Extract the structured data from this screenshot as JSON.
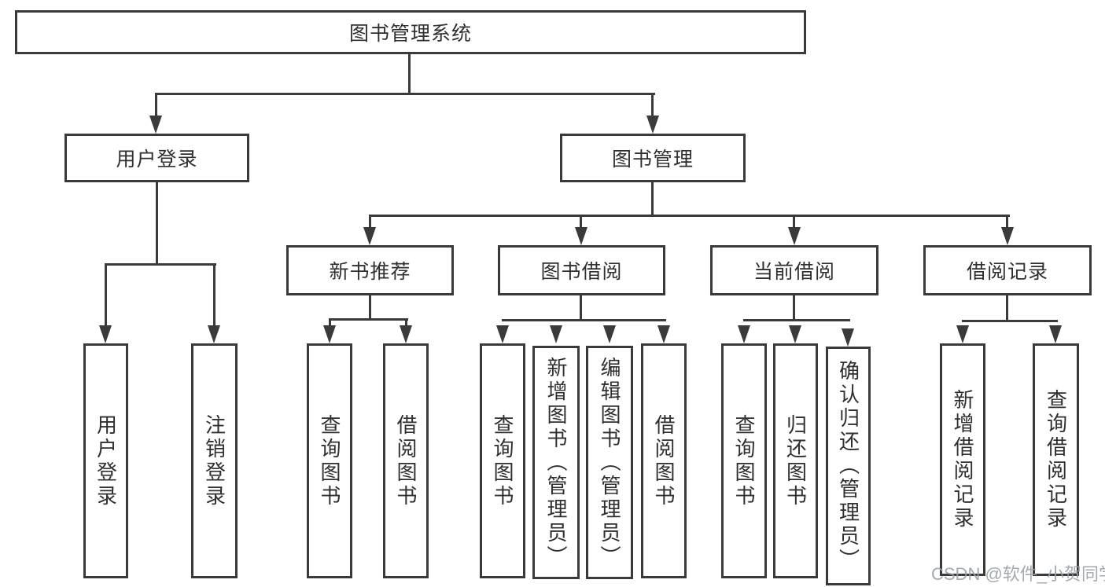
{
  "tree": {
    "label": "图书管理系统",
    "children": [
      {
        "label": "用户登录",
        "children": [
          {
            "label": "用户登录"
          },
          {
            "label": "注销登录"
          }
        ]
      },
      {
        "label": "图书管理",
        "children": [
          {
            "label": "新书推荐",
            "children": [
              {
                "label": "查询图书"
              },
              {
                "label": "借阅图书"
              }
            ]
          },
          {
            "label": "图书借阅",
            "children": [
              {
                "label": "查询图书"
              },
              {
                "label": "新增图书（管理员）"
              },
              {
                "label": "编辑图书（管理员）"
              },
              {
                "label": "借阅图书"
              }
            ]
          },
          {
            "label": "当前借阅",
            "children": [
              {
                "label": "查询图书"
              },
              {
                "label": "归还图书"
              },
              {
                "label": "确认归还（管理员）"
              }
            ]
          },
          {
            "label": "借阅记录",
            "children": [
              {
                "label": "新增借阅记录"
              },
              {
                "label": "查询借阅记录"
              }
            ]
          }
        ]
      }
    ]
  },
  "watermark": {
    "text": "CSDN @软件_小贺同学"
  },
  "colors": {
    "line": "#3a3a3a",
    "text": "#2f2f2f",
    "background": "#ffffff",
    "watermark": "#9aa0a6"
  }
}
